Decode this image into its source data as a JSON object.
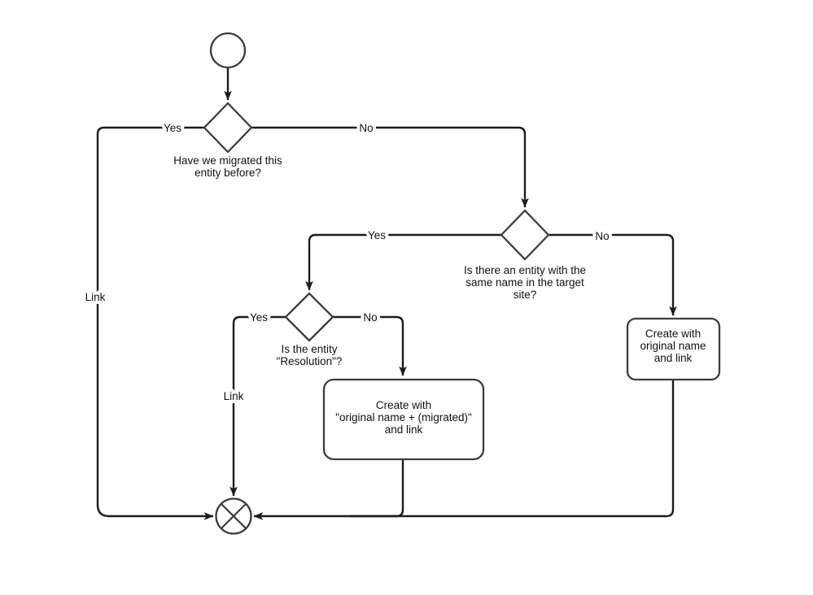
{
  "flowchart": {
    "nodes": {
      "decision_migrated_before": {
        "lines": [
          "Have we migrated this",
          "entity before?"
        ]
      },
      "decision_same_name": {
        "lines": [
          "Is there an entity with the",
          "same name in the target",
          "site?"
        ]
      },
      "decision_resolution": {
        "lines": [
          "Is the entity",
          "\"Resolution\"?"
        ]
      },
      "process_create_migrated": {
        "lines": [
          "Create with",
          "\"original name + (migrated)\"",
          "and link"
        ]
      },
      "process_create_original": {
        "lines": [
          "Create with",
          "original name",
          "and link"
        ]
      }
    },
    "edge_labels": {
      "d1_yes": "Yes",
      "d1_no": "No",
      "d1_yes_link": "Link",
      "d2_yes": "Yes",
      "d2_no": "No",
      "d3_yes": "Yes",
      "d3_no": "No",
      "d3_yes_link": "Link"
    },
    "colors": {
      "edge": "#1c1c1c",
      "shape_stroke": "#3d3d3d",
      "text": "#111111",
      "background": "#ffffff"
    }
  }
}
